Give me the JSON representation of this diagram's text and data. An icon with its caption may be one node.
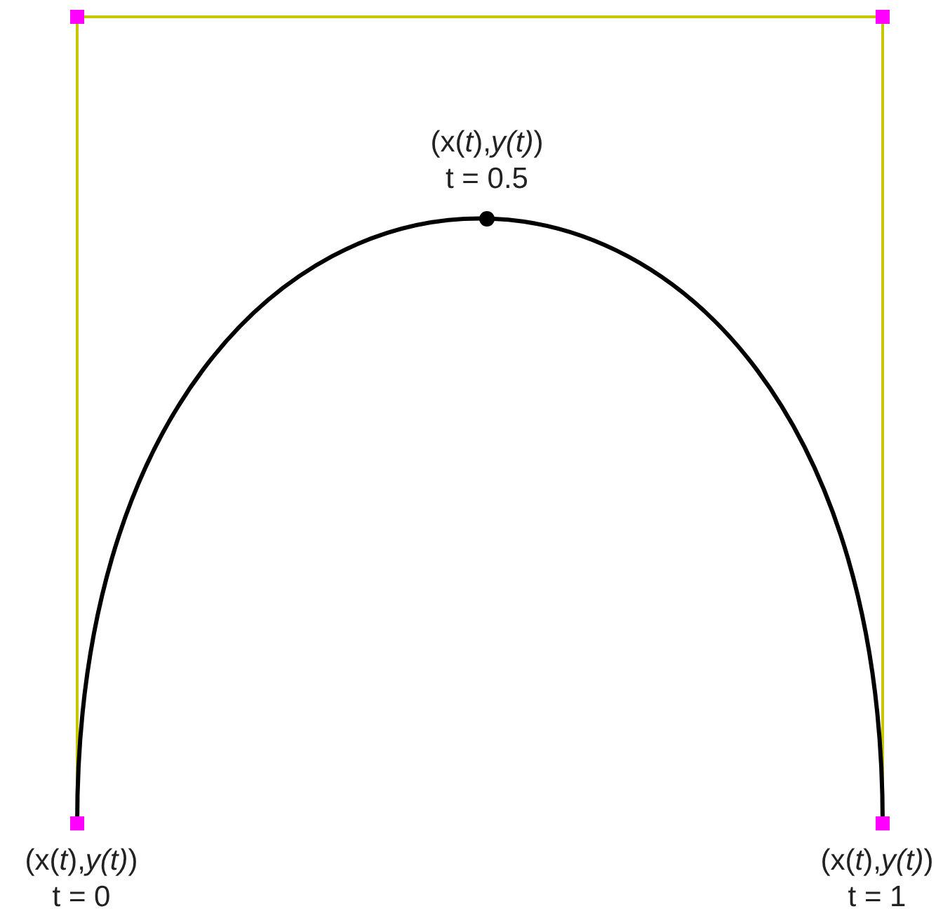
{
  "diagram": {
    "labels": [
      "(x(*t*),*y(t)*)",
      "t = 0.5",
      "(x(*t*),*y(t)*)",
      "t = 0",
      "(x(*t*),*y(t)*)",
      "t = 1"
    ]
  }
}
